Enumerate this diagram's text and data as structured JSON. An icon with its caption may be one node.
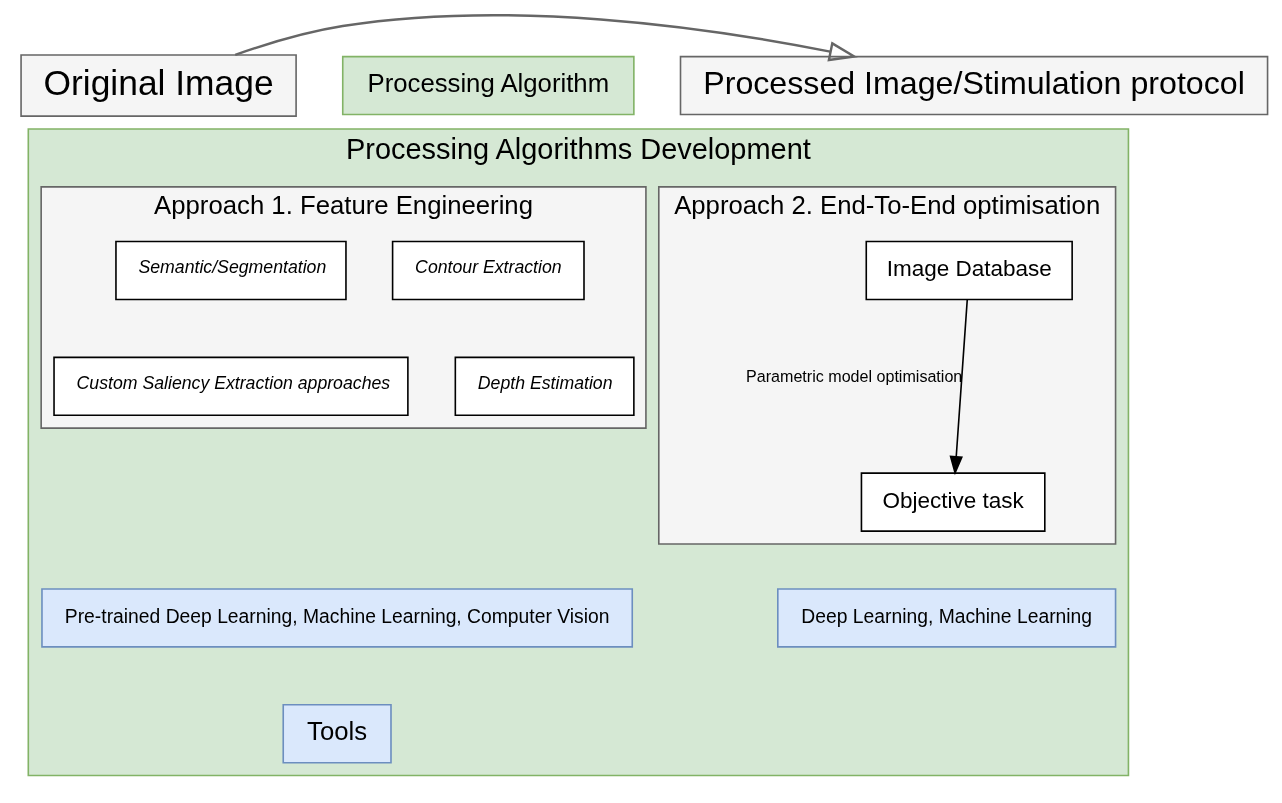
{
  "diagram": {
    "nodes": [
      {
        "text": [
          "Original Image"
        ]
      },
      {
        "text": [
          "Processing Algorithm"
        ]
      },
      {
        "text": [
          "Processed Image/Stimulation protocol"
        ]
      },
      {
        "text": [
          "Processing Algorithms Development"
        ]
      },
      {
        "text": [
          "Approach 1. Feature Engineering"
        ],
        "in": 3
      },
      {
        "text": [
          "Semantic/Segmentation"
        ],
        "in": 4
      },
      {
        "text": [
          "Contour Extraction"
        ],
        "in": 4
      },
      {
        "text": [
          "Custom Saliency Extraction approaches"
        ],
        "in": 4
      },
      {
        "text": [
          "Depth Estimation"
        ],
        "in": 4
      },
      {
        "text": [
          "Approach 2. End-To-End optimisation"
        ],
        "in": 3
      },
      {
        "text": [
          "Image Database"
        ],
        "in": 9
      },
      {
        "text": [
          "Objective task"
        ],
        "in": 9
      },
      {
        "text": [
          "Pre-trained Deep Learning, Machine Learning, Computer Vision"
        ],
        "in": 3
      },
      {
        "text": [
          "Deep Learning, Machine Learning"
        ],
        "in": 3
      },
      {
        "text": [
          "Tools"
        ],
        "in": 3
      }
    ],
    "edges": [
      {
        "from": 0,
        "to": 2,
        "arrow": "to",
        "color": "#666666"
      },
      {
        "from": 10,
        "to": 11,
        "arrow": "to",
        "label": "Parametric model optimisation",
        "color": "#000000"
      }
    ]
  }
}
